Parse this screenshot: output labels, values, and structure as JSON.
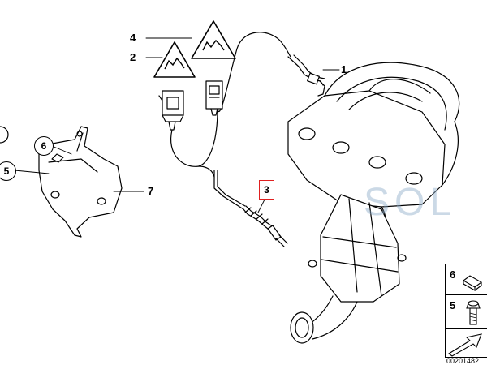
{
  "diagram": {
    "callouts": {
      "c1": "1",
      "c2": "2",
      "c3": "3",
      "c4": "4",
      "c5": "5",
      "c6": "6",
      "c7": "7"
    },
    "inset": {
      "item6": "6",
      "item5": "5"
    },
    "watermark": "SOL",
    "doc_id": "00201482",
    "icons": [
      "warning-triangle-icon",
      "warning-triangle-icon"
    ],
    "colors": {
      "highlight": "#e02020",
      "watermark": "#8caac8",
      "line": "#000000"
    }
  }
}
